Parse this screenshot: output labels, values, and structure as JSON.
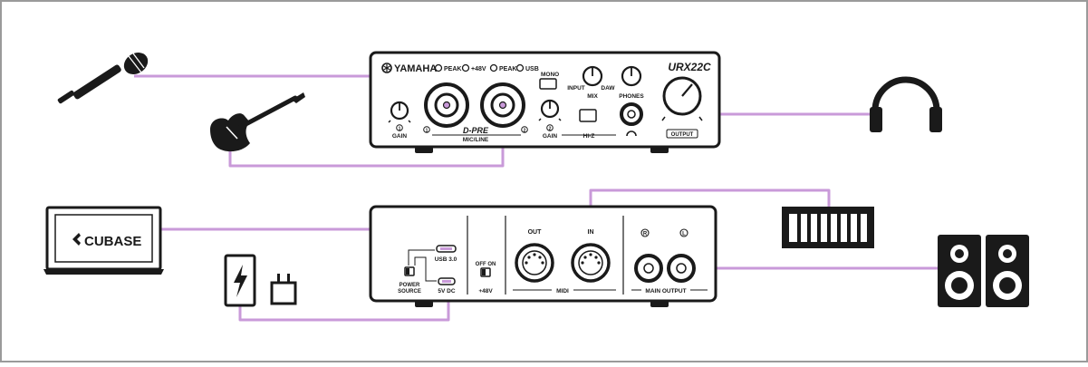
{
  "colors": {
    "cable": "#c99ad9",
    "outline": "#1a1a1a",
    "frame": "#9a9a9a",
    "background": "#ffffff"
  },
  "front_panel": {
    "brand": "YAMAHA",
    "model": "URX22C",
    "preamp_name": "D-PRE",
    "preamp_sub": "MIC/LINE",
    "peak_label_1": "PEAK",
    "phantom_label": "+48V",
    "peak_label_2": "PEAK",
    "usb_label": "USB",
    "mono_label": "MONO",
    "input_label": "INPUT",
    "daw_label": "DAW",
    "mix_label": "MIX",
    "phones_label": "PHONES",
    "gain1_label": "GAIN",
    "gain1_num": "1",
    "gain2_label": "GAIN",
    "gain2_num": "2",
    "ch1_num": "1",
    "ch2_num": "2",
    "hiz_label": "HI-Z",
    "output_label": "OUTPUT"
  },
  "rear_panel": {
    "usb_label": "USB 3.0",
    "dc_label": "5V DC",
    "power_source_line1": "POWER",
    "power_source_line2": "SOURCE",
    "off_on_label": "OFF ON",
    "phantom_label": "+48V",
    "midi_out_label": "OUT",
    "midi_in_label": "IN",
    "midi_label": "MIDI",
    "r_label": "R",
    "l_label": "L",
    "main_output_label": "MAIN OUTPUT"
  },
  "devices": {
    "laptop_text": "CUBASE",
    "microphone": "microphone-icon",
    "guitar": "electric-guitar-icon",
    "headphones": "headphones-icon",
    "keyboard": "midi-keyboard-icon",
    "speakers": "monitor-speakers-icon",
    "battery": "power-bank-icon",
    "plug": "power-adapter-icon"
  }
}
